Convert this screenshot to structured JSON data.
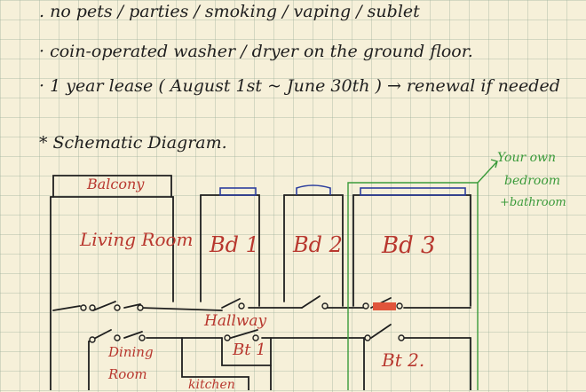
{
  "notes": {
    "line1": ". no pets / parties / smoking / vaping / sublet",
    "line2": "· coin-operated washer / dryer on the ground floor.",
    "line3": "· 1 year lease ( August 1st ~ June 30th ) → renewal if needed",
    "heading": "* Schematic Diagram."
  },
  "diagram": {
    "balcony": "Balcony",
    "living_room": "Living Room",
    "bd1": "Bd 1",
    "bd2": "Bd 2",
    "bd3": "Bd 3",
    "hallway": "Hallway",
    "bt1": "Bt 1",
    "bt2": "Bt 2.",
    "dining_line1": "Dining",
    "dining_line2": "Room",
    "kitchen": "kitchen"
  },
  "annotation": {
    "line1": "Your own",
    "line2": "bedroom",
    "line3": "+bathroom"
  },
  "colors": {
    "ink": "#1f1f1f",
    "room_label": "#b8372e",
    "annotation": "#3a9a3a",
    "closet": "#2d3f9e",
    "highlight": "#e0553b",
    "paper": "#f6f0d9"
  }
}
